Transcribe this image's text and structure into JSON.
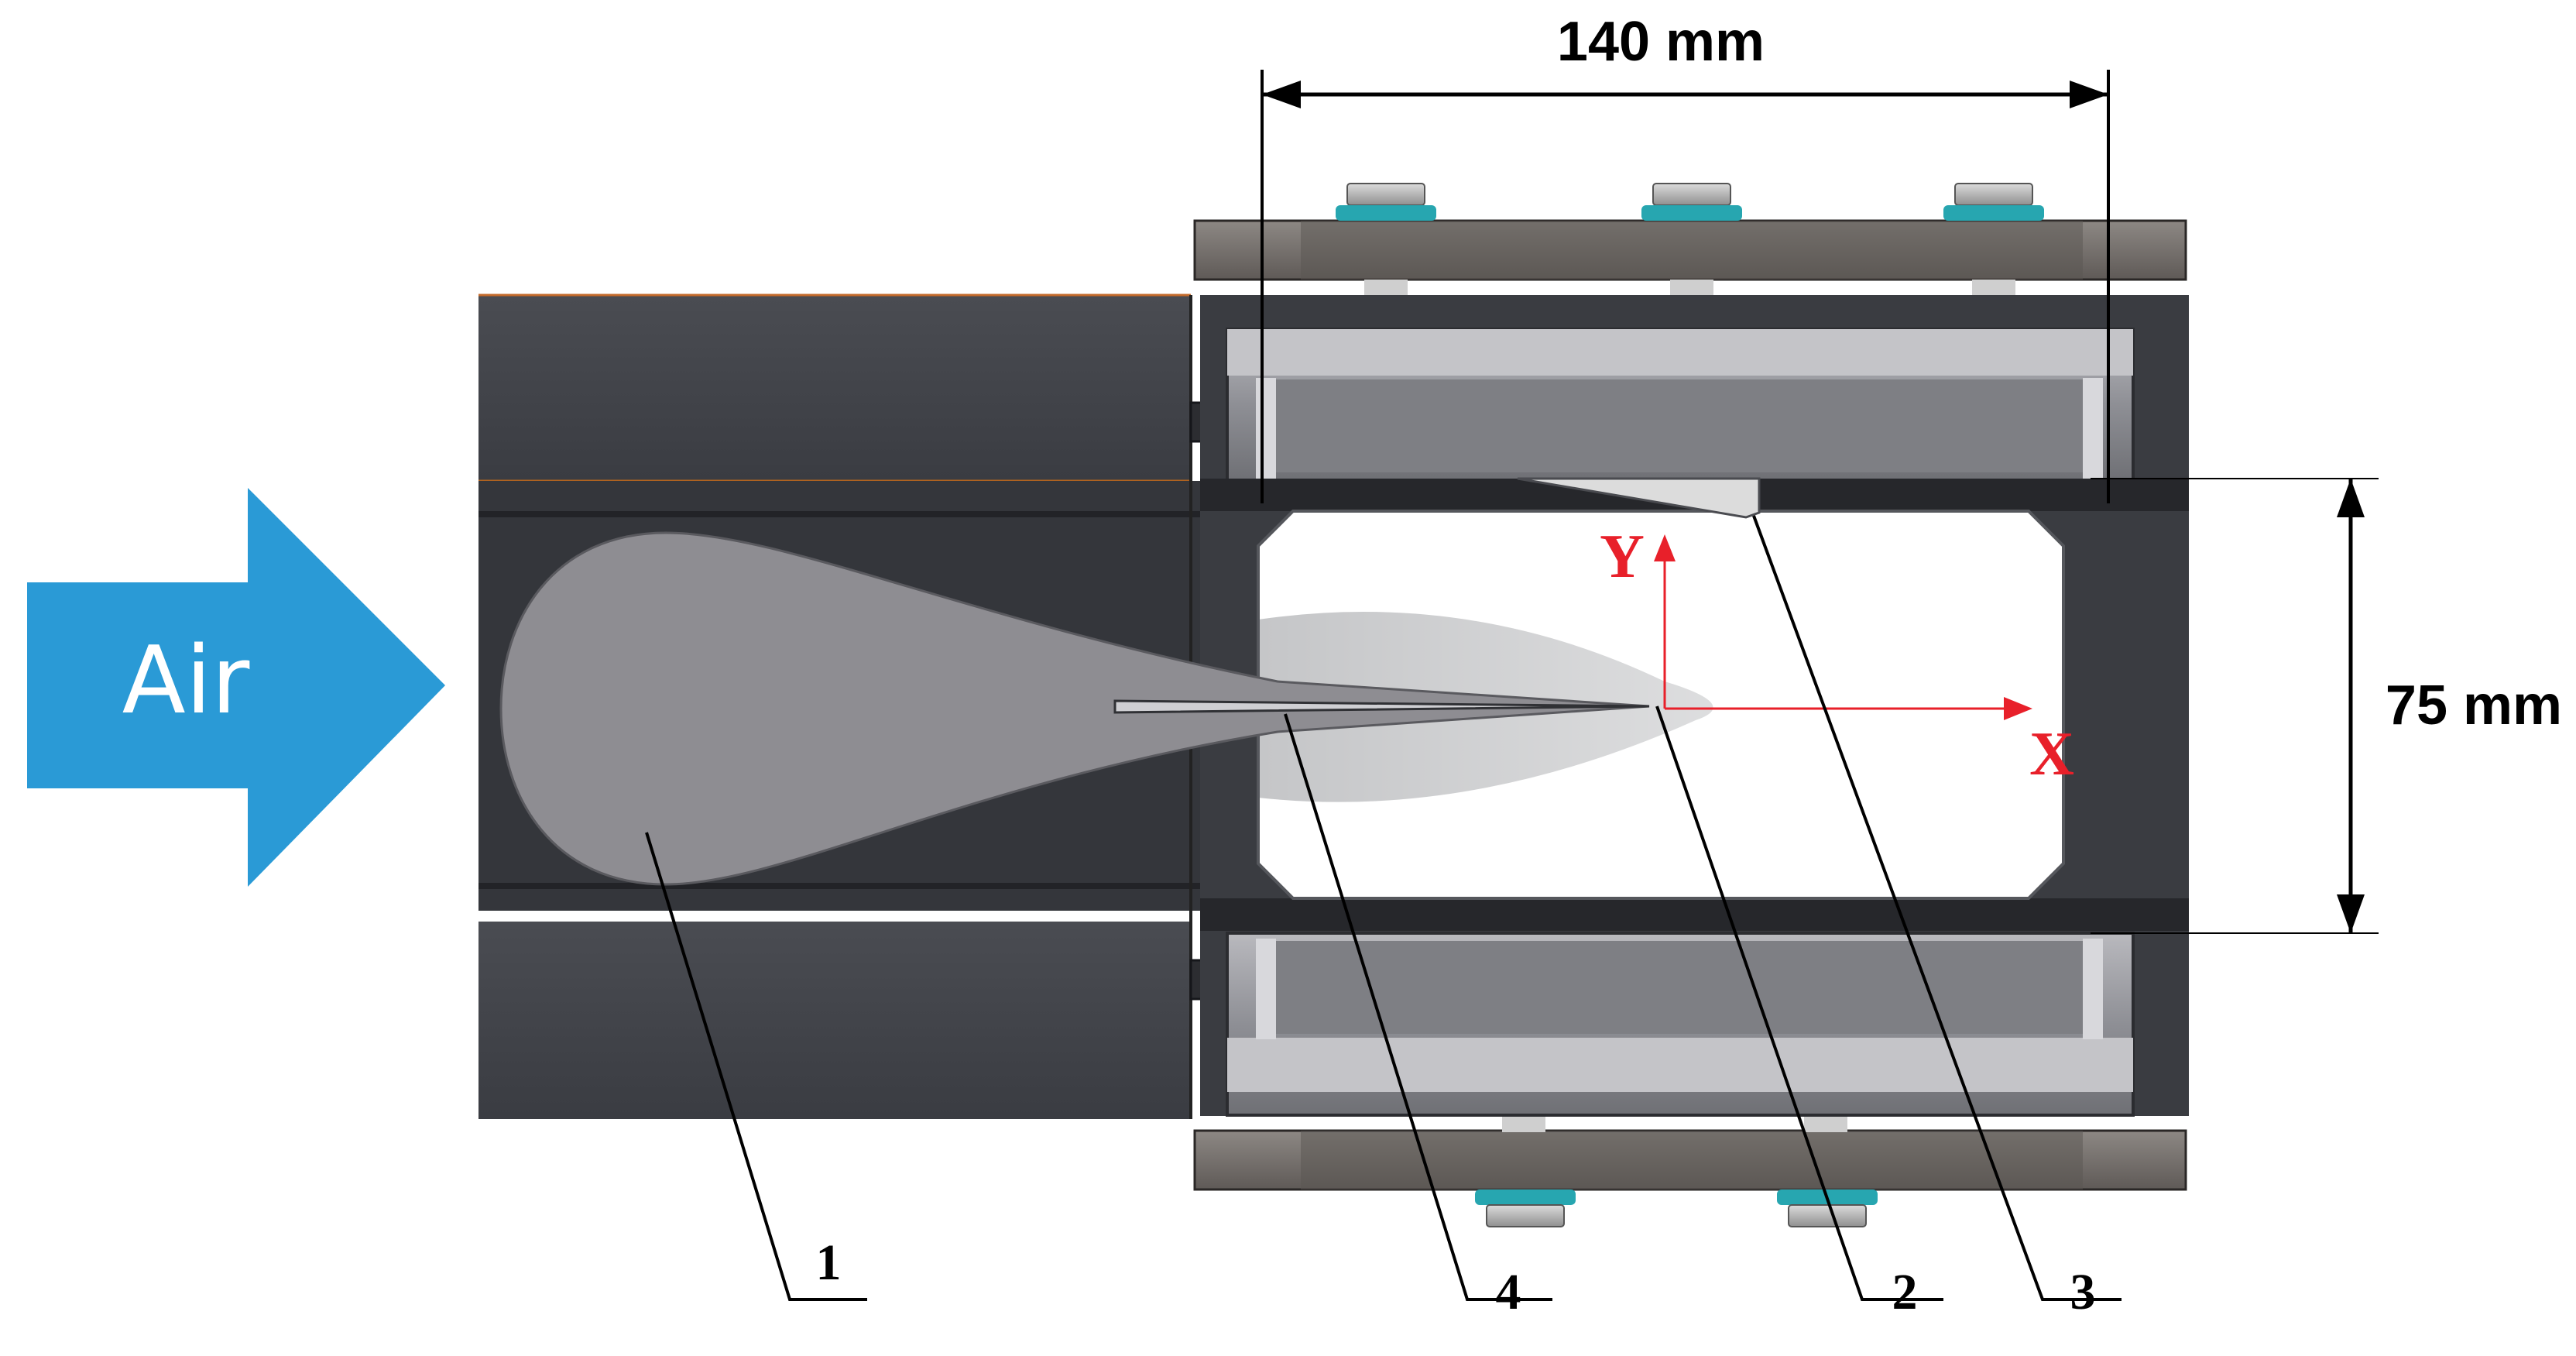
{
  "flow": {
    "label": "Air",
    "arrow_color": "#2a9ad6"
  },
  "dimensions": {
    "width_label": "140 mm",
    "height_label": "75 mm"
  },
  "axes": {
    "x_label": "X",
    "y_label": "Y",
    "color": "#e8202a"
  },
  "callouts": [
    {
      "label": "1"
    },
    {
      "label": "4"
    },
    {
      "label": "2"
    },
    {
      "label": "3"
    }
  ]
}
